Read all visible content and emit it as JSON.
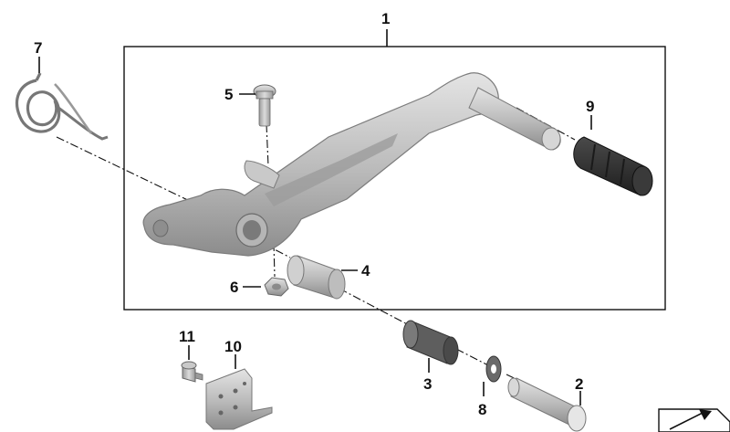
{
  "diagram": {
    "part_labels": [
      "1",
      "2",
      "3",
      "4",
      "5",
      "6",
      "7",
      "8",
      "9",
      "10",
      "11"
    ],
    "colors": {
      "line": "#111111",
      "part_light": "#d3d3d3",
      "part_mid": "#a9a9a9",
      "part_dark": "#6e6e6e",
      "rubber": "#2f2f2f"
    },
    "icons": [
      "exploded-view-icon"
    ]
  }
}
